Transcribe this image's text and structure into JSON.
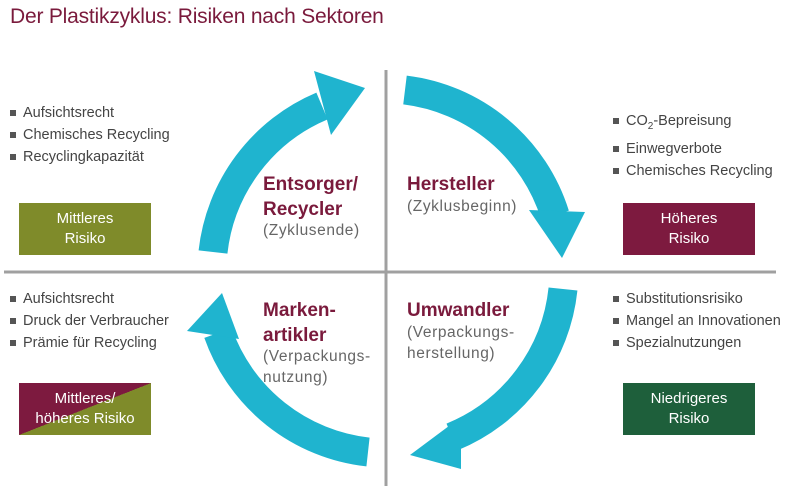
{
  "title": "Der Plastikzyklus: Risiken nach Sektoren",
  "colors": {
    "title": "#7a1a3c",
    "arrow": "#1fb4cf",
    "divider": "#a0a0a0",
    "medium_risk": "#7f8b2a",
    "higher_risk": "#7d1a3f",
    "lower_risk": "#1e5f3b"
  },
  "quadrants": {
    "top_left": {
      "items": [
        "Aufsichtsrecht",
        "Chemisches Recycling",
        "Recyclingkapazität"
      ],
      "sector_line1": "Entsorger/",
      "sector_line2": "Recycler",
      "sub_line1": "(Zyklusende)",
      "badge": "Mittleres\nRisiko"
    },
    "top_right": {
      "items_first_prefix": "CO",
      "items_first_subscript": "2",
      "items_first_suffix": "-Bepreisung",
      "items": [
        "Einwegverbote",
        "Chemisches Recycling"
      ],
      "sector_line1": "Hersteller",
      "sub_line1": "(Zyklusbeginn)",
      "badge": "Höheres\nRisiko"
    },
    "bottom_left": {
      "items": [
        "Aufsichtsrecht",
        "Druck der Verbraucher",
        "Prämie für Recycling"
      ],
      "sector_line1": "Marken-",
      "sector_line2": "artikler",
      "sub_line1": "(Verpackungs-",
      "sub_line2": "nutzung)",
      "badge": "Mittleres/\nhöheres Risiko"
    },
    "bottom_right": {
      "items": [
        "Substitutionsrisiko",
        "Mangel an Innovationen",
        "Spezialnutzungen"
      ],
      "sector_line1": "Umwandler",
      "sub_line1": "(Verpackungs-",
      "sub_line2": "herstellung)",
      "badge": "Niedrigeres\nRisiko"
    }
  }
}
